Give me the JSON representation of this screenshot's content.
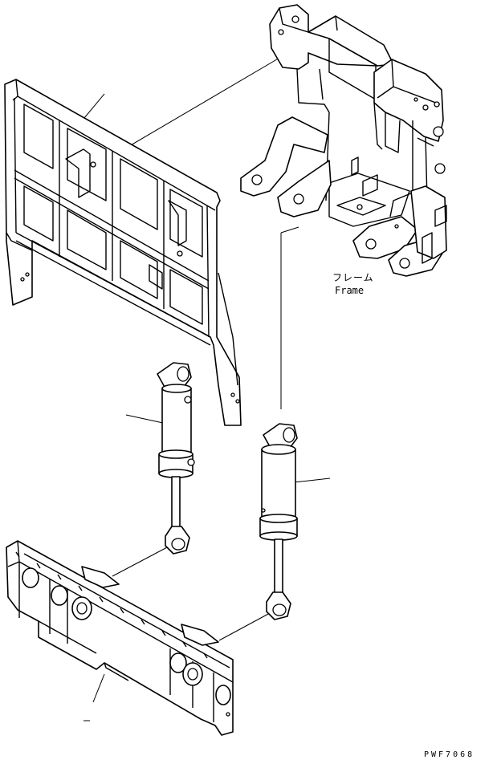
{
  "diagram": {
    "labels": {
      "frame_ja": "フレーム",
      "frame_en": "Frame",
      "drawing_code": "PWF7068"
    }
  }
}
